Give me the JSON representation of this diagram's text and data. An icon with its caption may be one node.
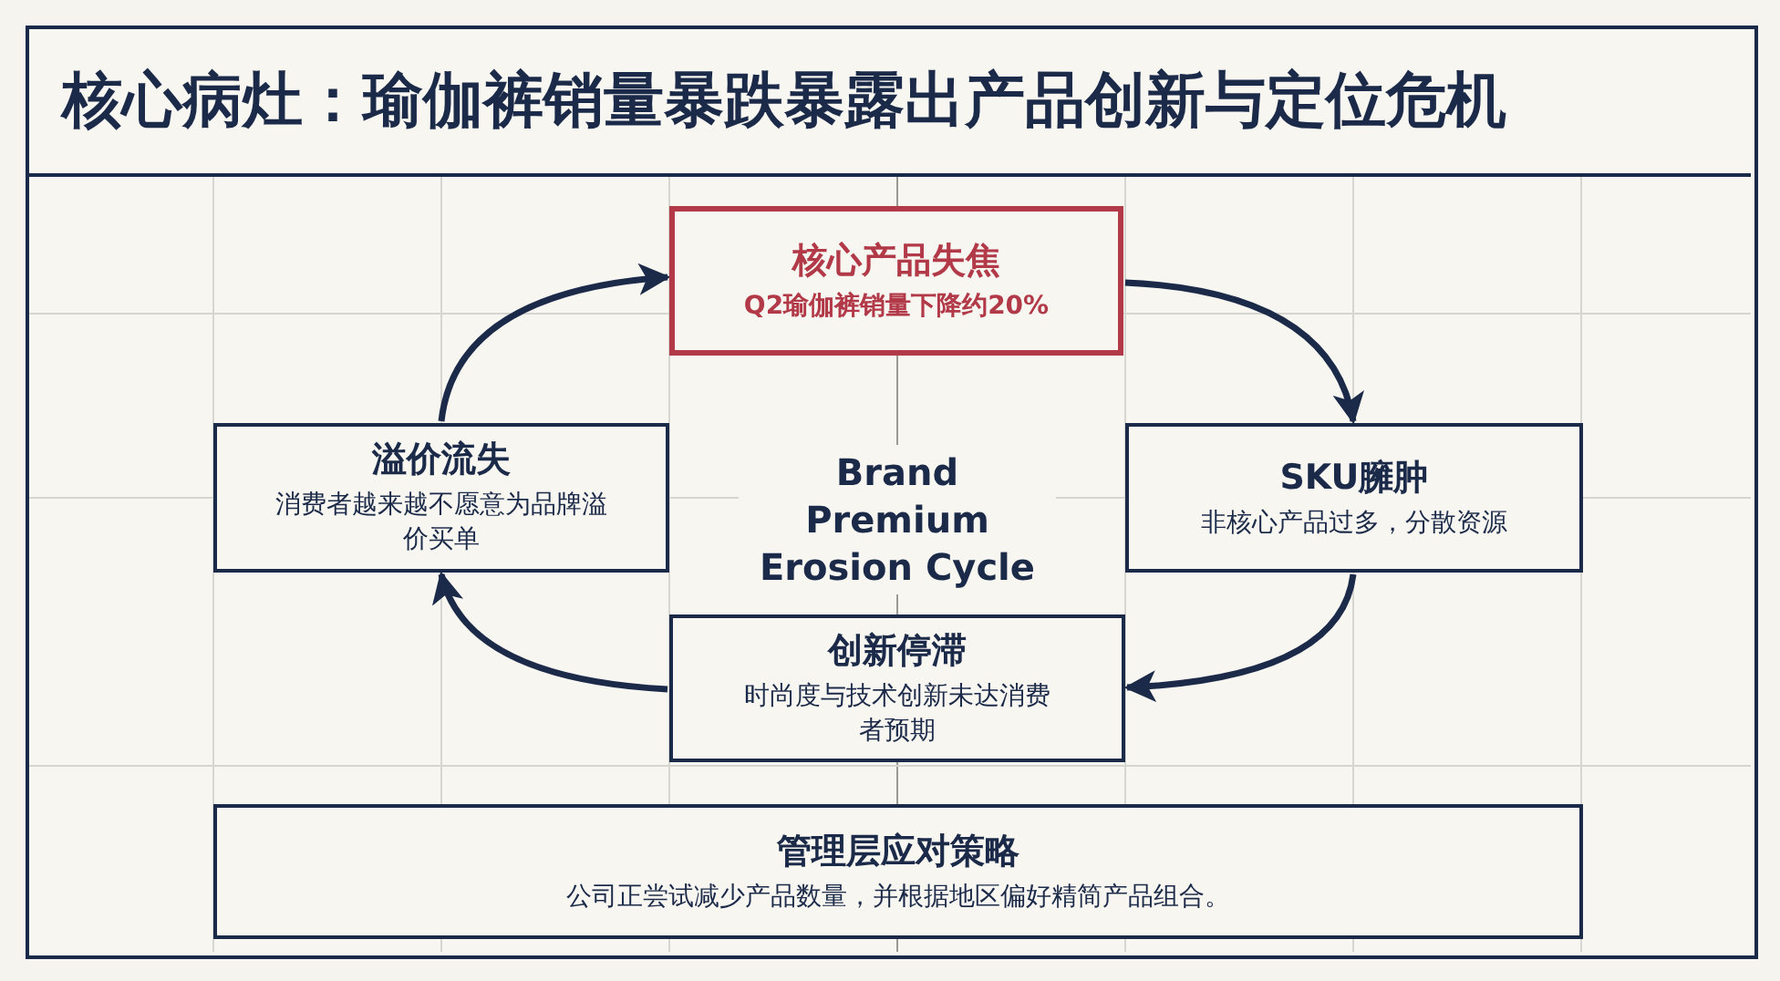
{
  "diagram": {
    "title": "核心病灶：瑜伽裤销量暴跌暴露出产品创新与定位危机",
    "nodes": [
      {
        "text": [
          "核心产品失焦",
          "Q2瑜伽裤销量下降约20%"
        ]
      },
      {
        "text": [
          "SKU臃肿",
          "非核心产品过多，分散资源"
        ]
      },
      {
        "text": [
          "创新停滞",
          "时尚度与技术创新未达消费者预期"
        ]
      },
      {
        "text": [
          "溢价流失",
          "消费者越来越不愿意为品牌溢价买单"
        ]
      },
      {
        "text": [
          "管理层应对策略",
          "公司正尝试减少产品数量，并根据地区偏好精简产品组合。"
        ]
      }
    ],
    "edges": [
      {
        "from": 0,
        "to": 1,
        "arrow": "to"
      },
      {
        "from": 1,
        "to": 2,
        "arrow": "to"
      },
      {
        "from": 2,
        "to": 3,
        "arrow": "to"
      },
      {
        "from": 3,
        "to": 0,
        "arrow": "to"
      }
    ],
    "labels": [
      "Brand Premium Erosion Cycle"
    ]
  }
}
